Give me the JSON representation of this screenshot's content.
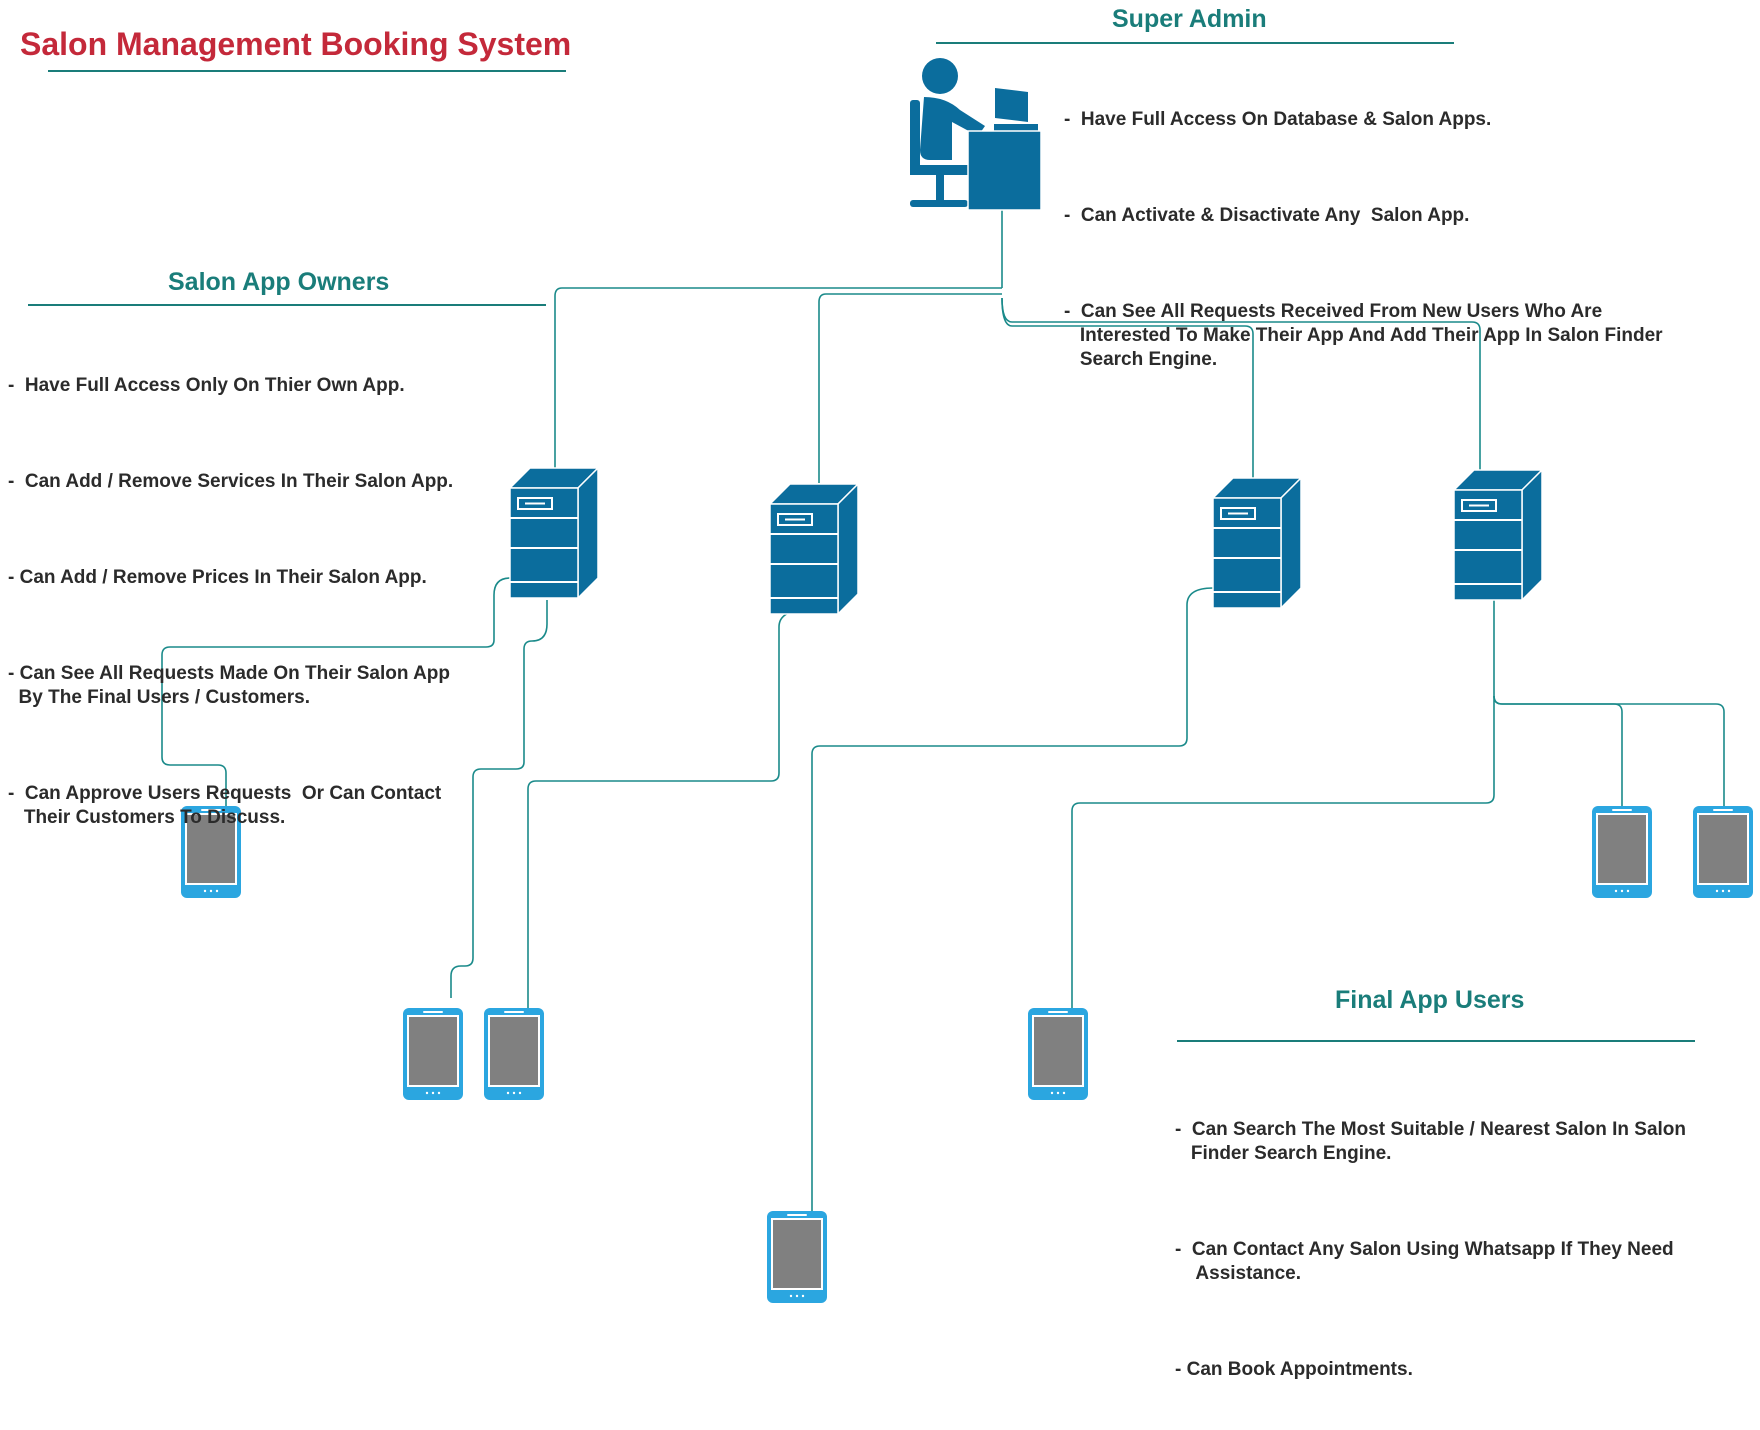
{
  "title": "Salon Management Booking System",
  "colors": {
    "title": "#c4293a",
    "heading": "#1a7d7a",
    "server": "#0b6d9d",
    "device": "#2ba6e0",
    "screen": "#808080",
    "connector": "#1a8a8a"
  },
  "super_admin": {
    "heading": "Super Admin",
    "icon": "admin-at-desk-icon",
    "bullets": [
      "-  Have Full Access On Database & Salon Apps.",
      "-  Can Activate & Disactivate Any  Salon App.",
      "-  Can See All Requests Received From New Users Who Are\n   Interested To Make Their App And Add Their App In Salon Finder\n   Search Engine."
    ]
  },
  "owners": {
    "heading": "Salon App Owners",
    "icon": "server-icon",
    "bullets": [
      "-  Have Full Access Only On Thier Own App.",
      "-  Can Add / Remove Services In Their Salon App.",
      "- Can Add / Remove Prices In Their Salon App.",
      "- Can See All Requests Made On Their Salon App\n  By The Final Users / Customers.",
      "-  Can Approve Users Requests  Or Can Contact\n   Their Customers To Discuss."
    ]
  },
  "users": {
    "heading": "Final App Users",
    "icon": "tablet-icon",
    "bullets": [
      "-  Can Search The Most Suitable / Nearest Salon In Salon\n   Finder Search Engine.",
      "-  Can Contact Any Salon Using Whatsapp If They Need\n    Assistance.",
      "- Can Book Appointments."
    ]
  }
}
